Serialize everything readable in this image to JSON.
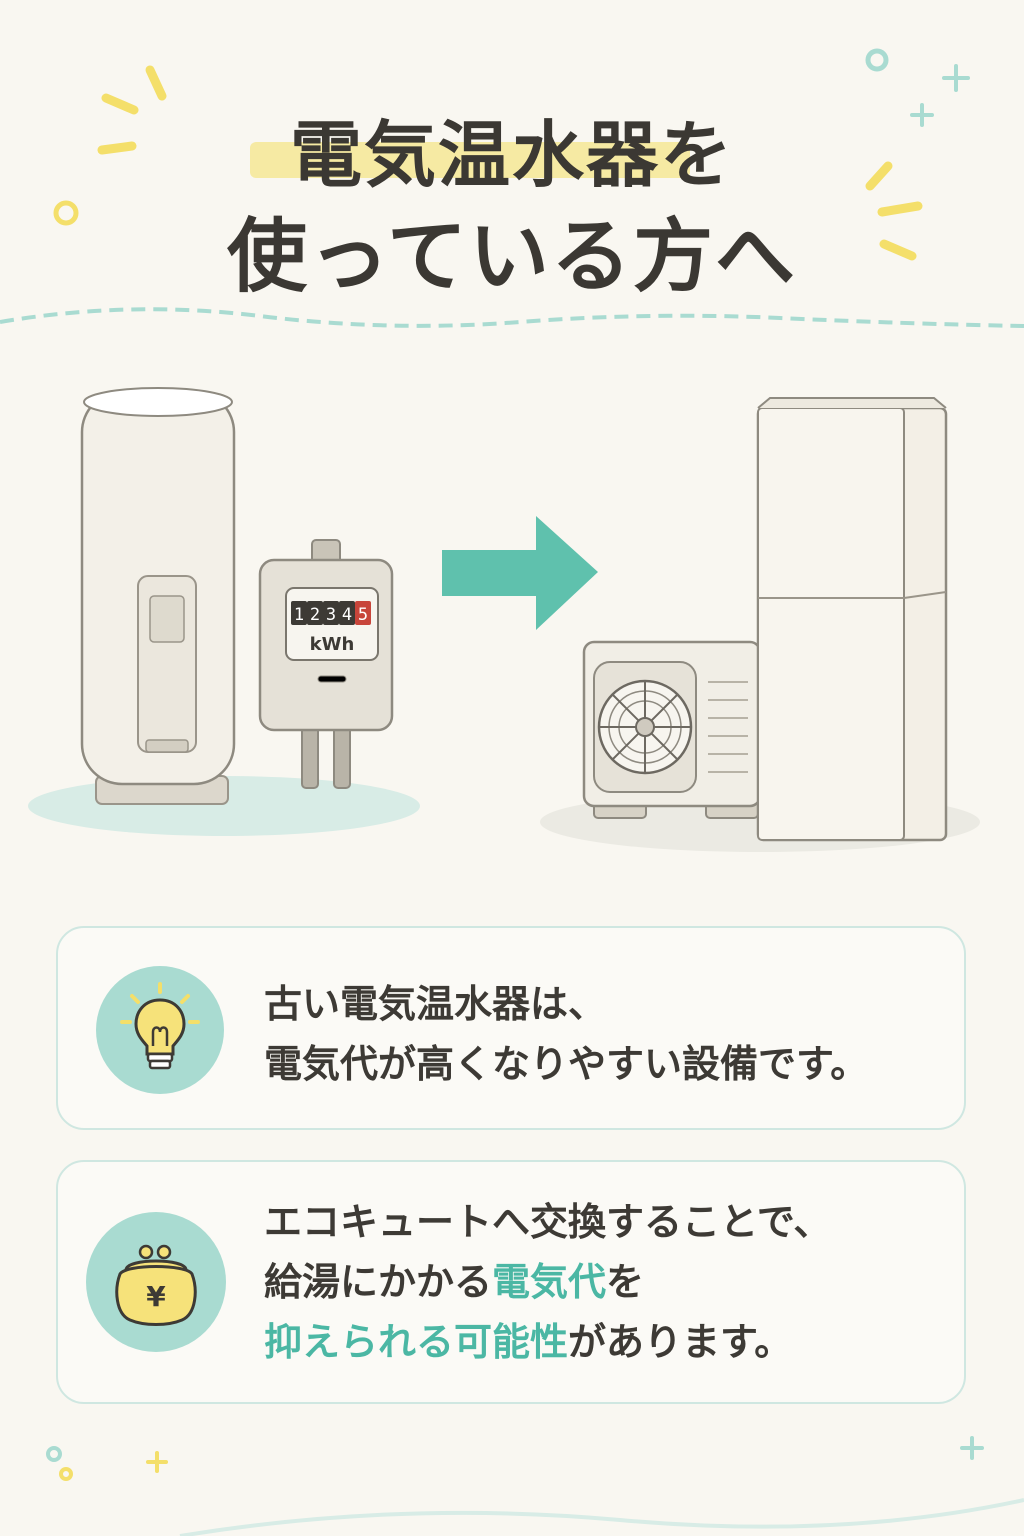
{
  "header": {
    "title_line1": "電気温水器を",
    "title_line2": "使っている方へ"
  },
  "meter": {
    "digits": [
      "1",
      "2",
      "3",
      "4",
      "5"
    ],
    "unit": "kWh"
  },
  "cards": [
    {
      "icon": "lightbulb-icon",
      "line1": "古い電気温水器は、",
      "line2": "電気代が高くなりやすい設備です。"
    },
    {
      "icon": "yen-purse-icon",
      "line1": "エコキュートへ交換することで、",
      "line2_pre": "給湯にかかる",
      "line2_accent": "電気代",
      "line2_post": "を",
      "line3_accent": "抑えられる可能性",
      "line3_post": "があります。"
    }
  ],
  "colors": {
    "background": "#f9f7f1",
    "accent": "#4bb7a4",
    "highlight": "#f6eaa3",
    "icon_circle": "#a9dbd1",
    "card_border": "#cfe7e1"
  }
}
